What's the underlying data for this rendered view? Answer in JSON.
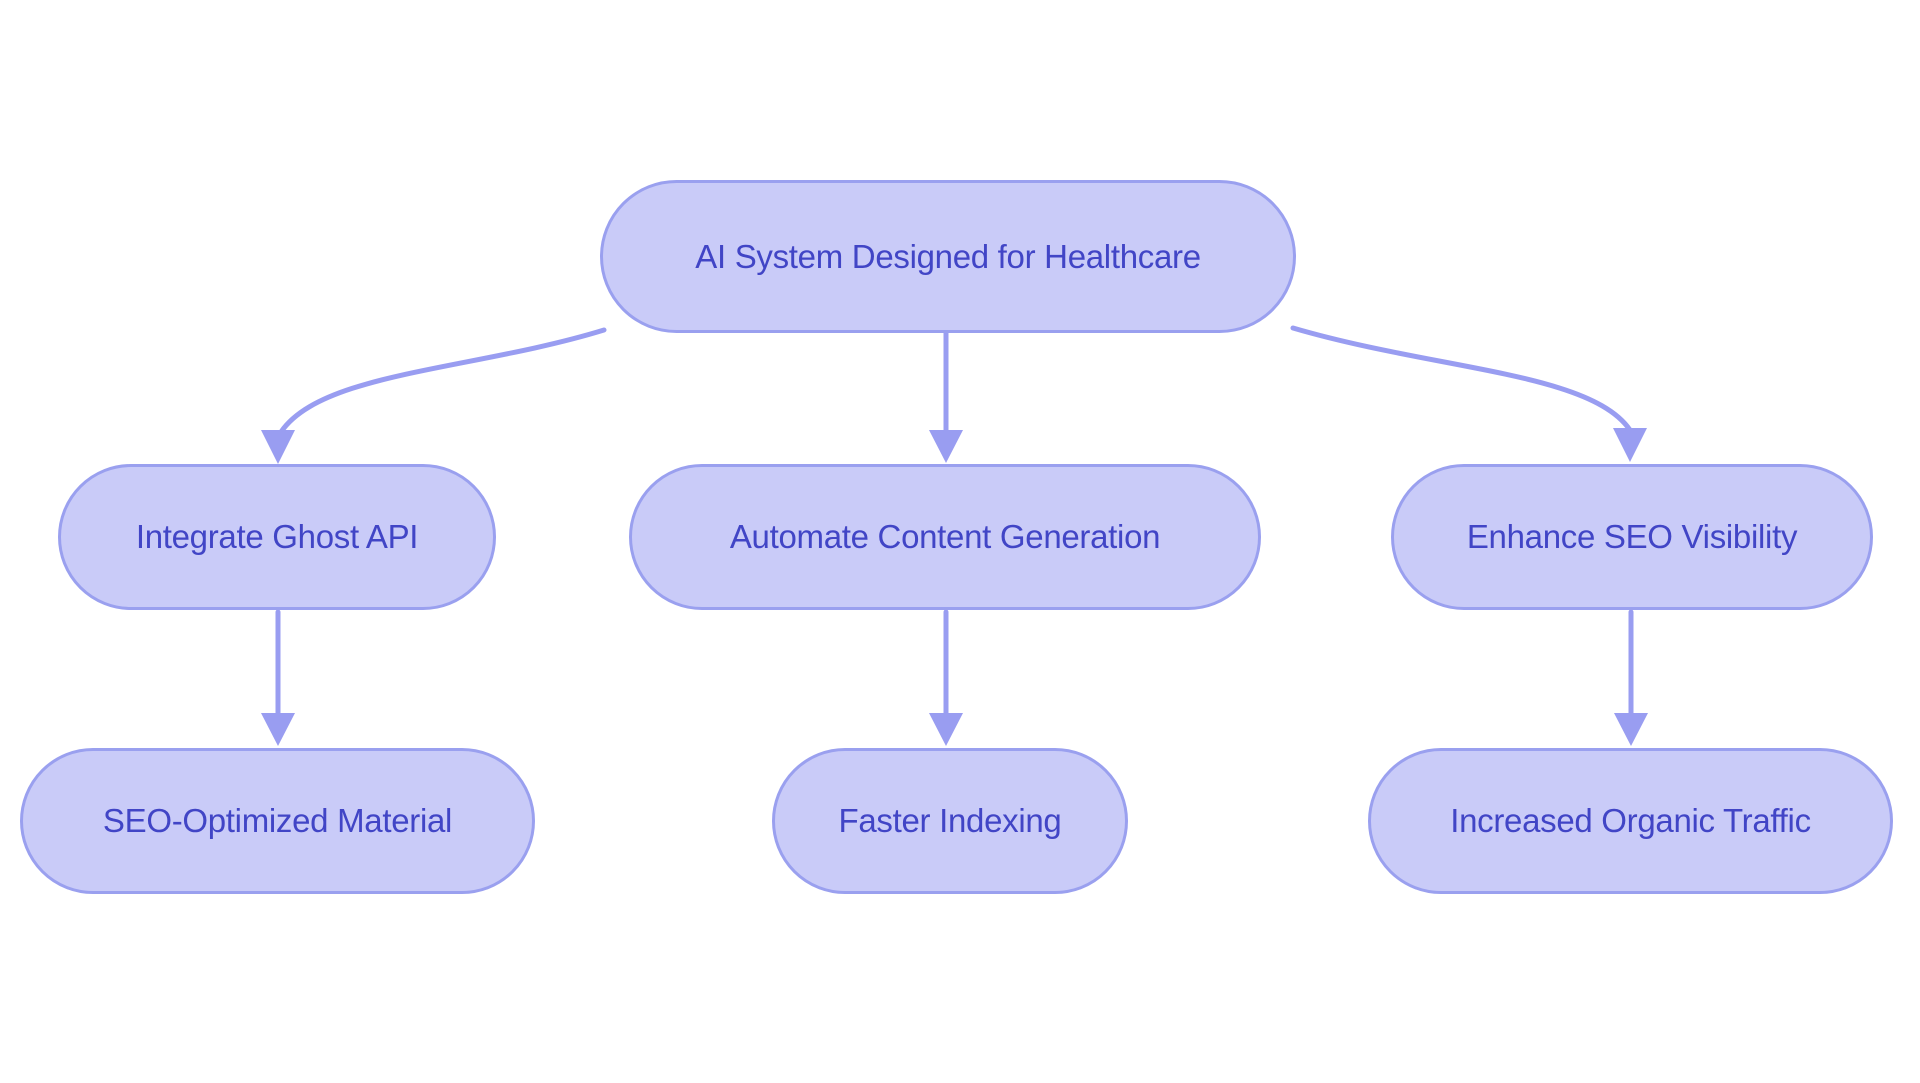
{
  "diagram": {
    "type": "flowchart",
    "background_color": "#ffffff",
    "node_fill_color": "#c9cbf8",
    "node_border_color": "#9aa0ef",
    "arrow_color": "#999df1",
    "text_color": "#4145c6",
    "nodes": {
      "root": {
        "label": "AI System Designed for Healthcare"
      },
      "mid_left": {
        "label": "Integrate Ghost API"
      },
      "mid_center": {
        "label": "Automate Content Generation"
      },
      "mid_right": {
        "label": "Enhance SEO Visibility"
      },
      "bot_left": {
        "label": "SEO-Optimized Material"
      },
      "bot_center": {
        "label": "Faster Indexing"
      },
      "bot_right": {
        "label": "Increased Organic Traffic"
      }
    },
    "edges": [
      {
        "from": "root",
        "to": "mid_left"
      },
      {
        "from": "root",
        "to": "mid_center"
      },
      {
        "from": "root",
        "to": "mid_right"
      },
      {
        "from": "mid_left",
        "to": "bot_left"
      },
      {
        "from": "mid_center",
        "to": "bot_center"
      },
      {
        "from": "mid_right",
        "to": "bot_right"
      }
    ]
  }
}
